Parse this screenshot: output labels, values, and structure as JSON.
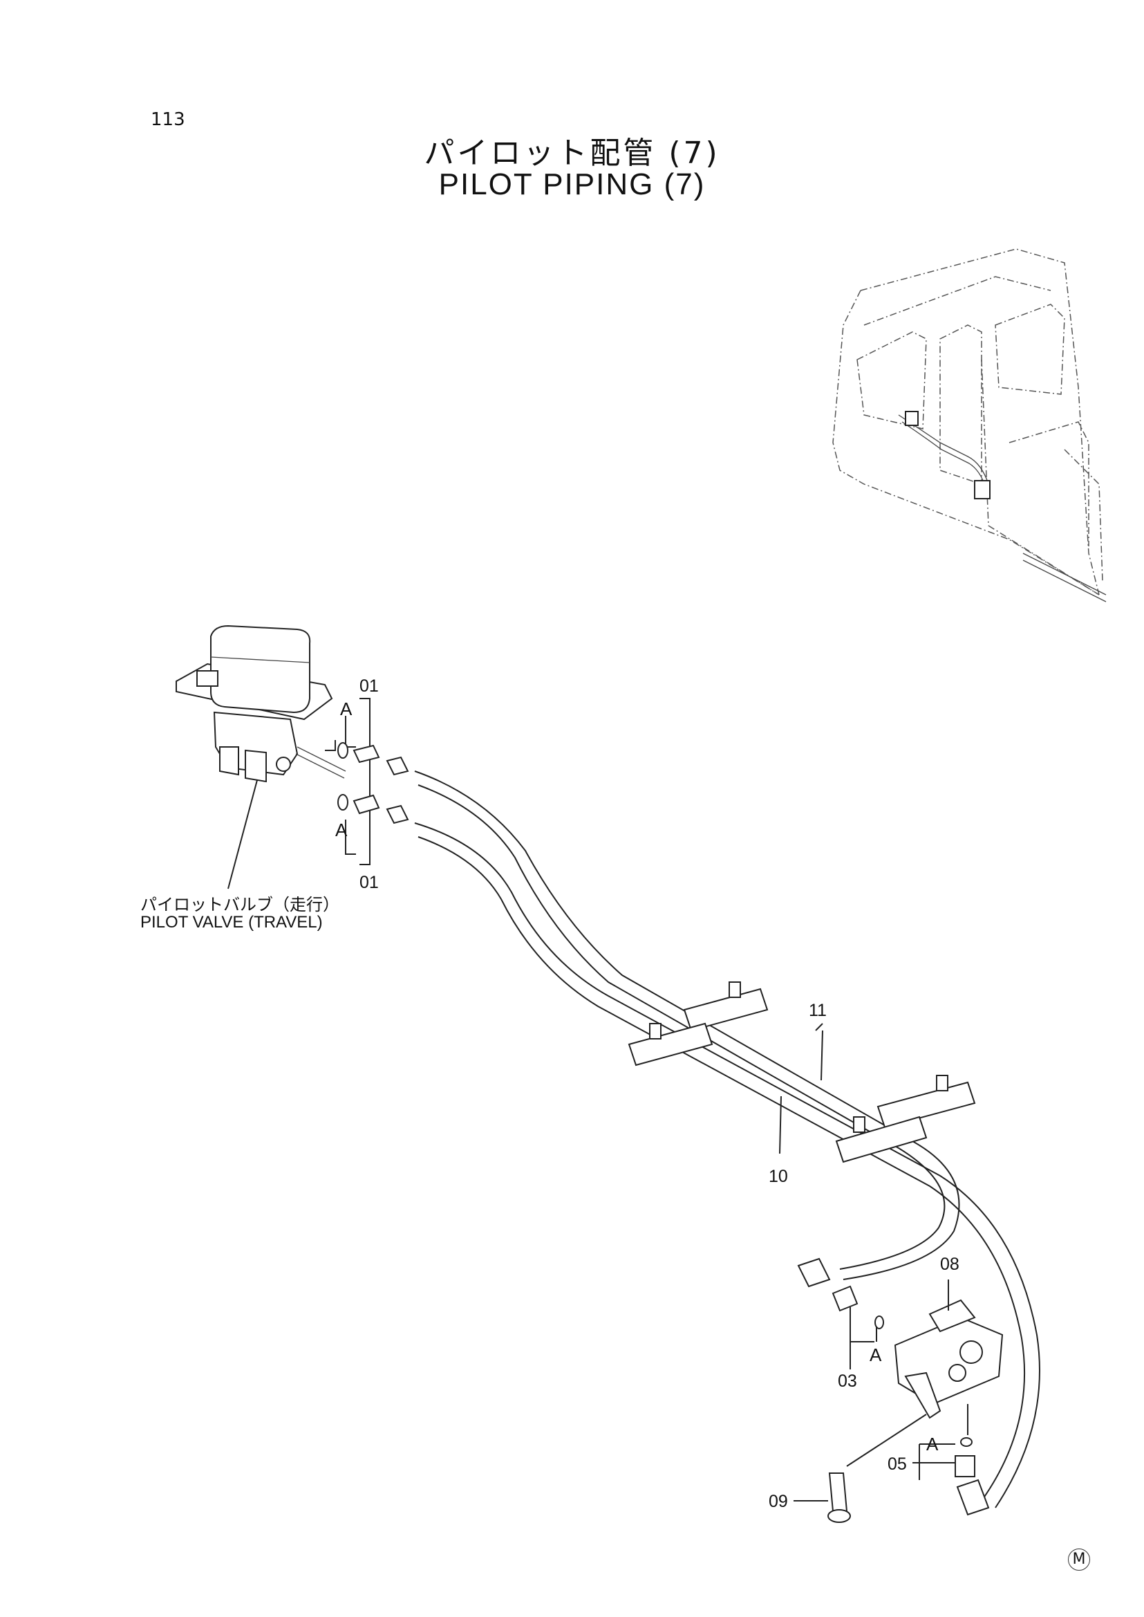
{
  "page": {
    "number": "113",
    "title_ja": "パイロット配管 (7)",
    "title_en": "PILOT PIPING (7)"
  },
  "component_label": {
    "name_ja": "パイロットバルブ（走行）",
    "name_en": "PILOT VALVE (TRAVEL)"
  },
  "callouts": {
    "p01_top": "01",
    "p01_bottom": "01",
    "a_top": "A",
    "a_bottom": "A",
    "p11": "11",
    "p10": "10",
    "p08": "08",
    "p03": "03",
    "a_mid": "A",
    "a_low": "A",
    "p05": "05",
    "p09": "09"
  },
  "mark": "M"
}
